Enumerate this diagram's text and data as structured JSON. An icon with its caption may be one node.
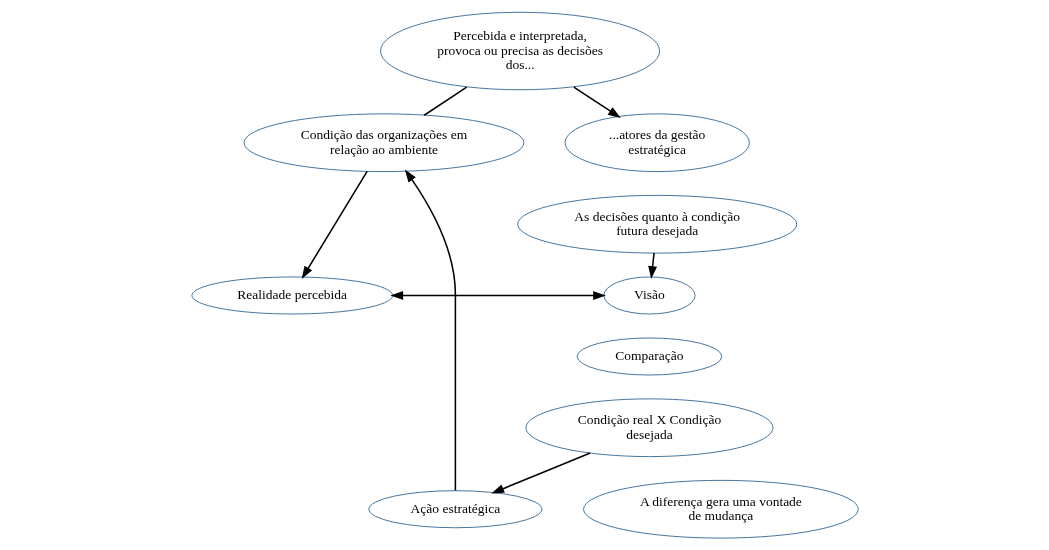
{
  "diagram": {
    "nodes": [
      {
        "text": [
          "Percebida e interpretada, provoca ou precisa as decisões dos..."
        ]
      },
      {
        "text": [
          "...atores da gestão estratégica"
        ]
      },
      {
        "text": [
          "Condição das organizações em relação ao ambiente"
        ]
      },
      {
        "text": [
          "As decisões quanto à condição futura desejada"
        ]
      },
      {
        "text": [
          "Realidade percebida"
        ]
      },
      {
        "text": [
          "Visão"
        ]
      },
      {
        "text": [
          "Comparação"
        ]
      },
      {
        "text": [
          "Condição real X Condição desejada"
        ]
      },
      {
        "text": [
          "Ação estratégica"
        ]
      },
      {
        "text": [
          "A diferença gera uma vontade de mudança"
        ]
      }
    ],
    "edges": [
      {
        "from": 2,
        "to": 0,
        "arrow": "none"
      },
      {
        "from": 0,
        "to": 1,
        "arrow": "to"
      },
      {
        "from": 2,
        "to": 4,
        "arrow": "to"
      },
      {
        "from": 4,
        "to": 5,
        "arrow": "both"
      },
      {
        "from": 3,
        "to": 5,
        "arrow": "to"
      },
      {
        "from": 7,
        "to": 8,
        "arrow": "to"
      },
      {
        "from": 8,
        "to": 2,
        "arrow": "to"
      }
    ]
  }
}
